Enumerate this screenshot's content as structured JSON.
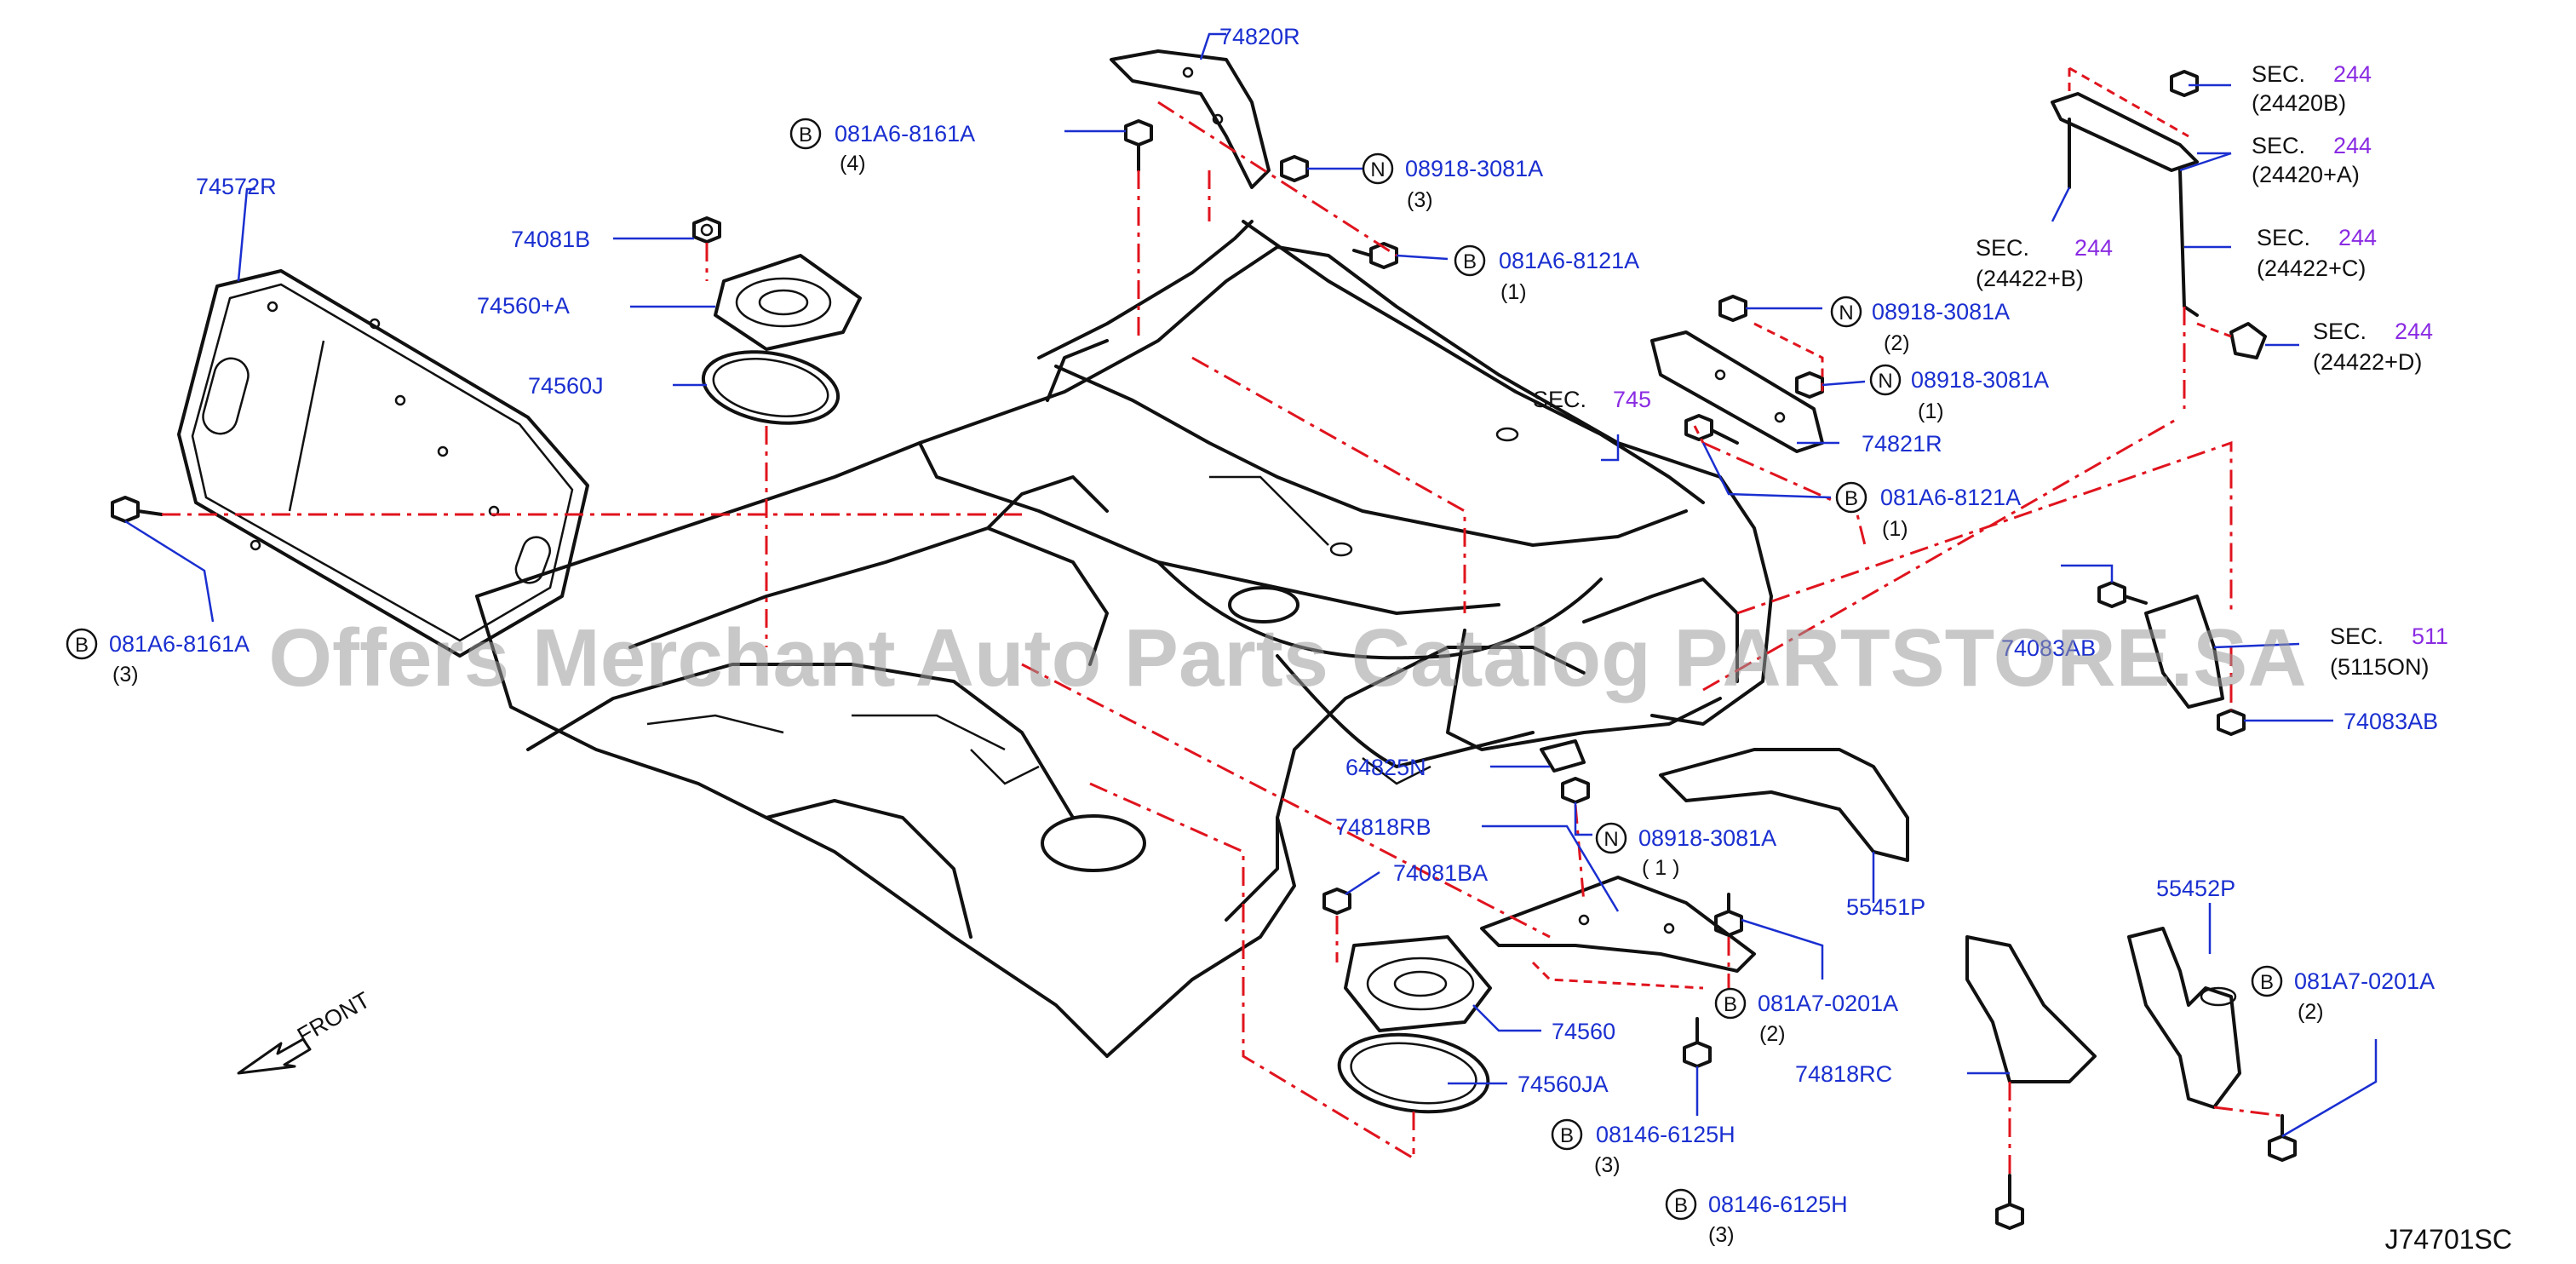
{
  "diagram_code": "J74701SC",
  "direction_label": "FRONT",
  "watermark": "Offers Merchant Auto Parts Catalog PARTSTORE.SA",
  "colors": {
    "part_number": "#1a2fd0",
    "section_number": "#8a2be2",
    "guide_line": "#e0141e",
    "line_art": "#111111"
  },
  "labels": {
    "p74820R": "74820R",
    "p74572R": "74572R",
    "p74081B": "74081B",
    "p74560A": "74560+A",
    "p74560J": "74560J",
    "p74821R": "74821R",
    "p64825N": "64825N",
    "p74818RB": "74818RB",
    "p74081BA": "74081BA",
    "p74560": "74560",
    "p74560JA": "74560JA",
    "p55451P": "55451P",
    "p55452P": "55452P",
    "p74818RC": "74818RC",
    "p74083AB": "74083AB",
    "p74083AB_left": "74083AB",
    "b1": {
      "letter": "B",
      "num": "081A6-8161A",
      "qty": "(4)"
    },
    "n1": {
      "letter": "N",
      "num": "08918-3081A",
      "qty": "(3)"
    },
    "b2": {
      "letter": "B",
      "num": "081A6-8121A",
      "qty": "(1)"
    },
    "n2": {
      "letter": "N",
      "num": "08918-3081A",
      "qty": "(2)"
    },
    "n3": {
      "letter": "N",
      "num": "08918-3081A",
      "qty": "(1)"
    },
    "b3": {
      "letter": "B",
      "num": "081A6-8121A",
      "qty": "(1)"
    },
    "b4": {
      "letter": "B",
      "num": "081A6-8161A",
      "qty": "(3)"
    },
    "n4": {
      "letter": "N",
      "num": "08918-3081A",
      "qty": "( 1 )"
    },
    "b5": {
      "letter": "B",
      "num": "081A7-0201A",
      "qty": "(2)"
    },
    "b6": {
      "letter": "B",
      "num": "08146-6125H",
      "qty": "(3)"
    },
    "b7": {
      "letter": "B",
      "num": "08146-6125H",
      "qty": "(3)"
    },
    "b8": {
      "letter": "B",
      "num": "081A7-0201A",
      "qty": "(2)"
    },
    "sec745": {
      "prefix": "SEC.",
      "num": "745"
    },
    "sec24420B": {
      "prefix": "SEC.",
      "num": "244",
      "sub": "(24420B)"
    },
    "sec24420A": {
      "prefix": "SEC.",
      "num": "244",
      "sub": "(24420+A)"
    },
    "sec24422B": {
      "prefix": "SEC.",
      "num": "244",
      "sub": "(24422+B)"
    },
    "sec24422C": {
      "prefix": "SEC.",
      "num": "244",
      "sub": "(24422+C)"
    },
    "sec24422D": {
      "prefix": "SEC.",
      "num": "244",
      "sub": "(24422+D)"
    },
    "sec511": {
      "prefix": "SEC.",
      "num": "511",
      "sub": "(5115ON)"
    }
  }
}
